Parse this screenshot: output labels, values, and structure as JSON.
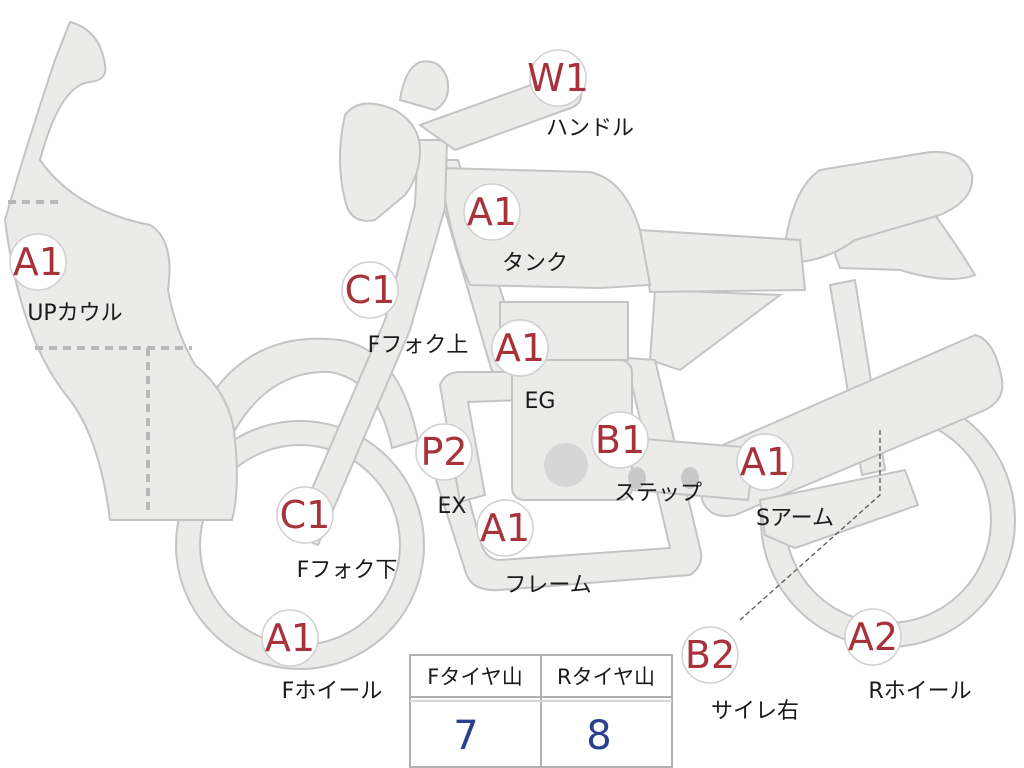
{
  "grades": {
    "handle": "W1",
    "tank": "A1",
    "up_cowl": "A1",
    "f_fork_upper": "C1",
    "engine": "A1",
    "exhaust": "P2",
    "step": "B1",
    "swing_arm": "A1",
    "f_fork_lower": "C1",
    "frame": "A1",
    "f_wheel": "A1",
    "muffler_right": "B2",
    "r_wheel": "A2"
  },
  "labels": {
    "handle": "ハンドル",
    "tank": "タンク",
    "up_cowl": "UPカウル",
    "f_fork_upper": "Fフォク上",
    "engine": "EG",
    "exhaust": "EX",
    "step": "ステップ",
    "swing_arm": "Sアーム",
    "f_fork_lower": "Fフォク下",
    "frame": "フレーム",
    "f_wheel": "Fホイール",
    "muffler_right": "サイレ右",
    "r_wheel": "Rホイール"
  },
  "tire_table": {
    "front_header": "Fタイヤ山",
    "rear_header": "Rタイヤ山",
    "front_value": "7",
    "rear_value": "8"
  },
  "colors": {
    "grade_text": "#a8323a",
    "table_value": "#2b3f8f",
    "part_fill": "#ebebea",
    "part_stroke": "#c4c4c4"
  }
}
